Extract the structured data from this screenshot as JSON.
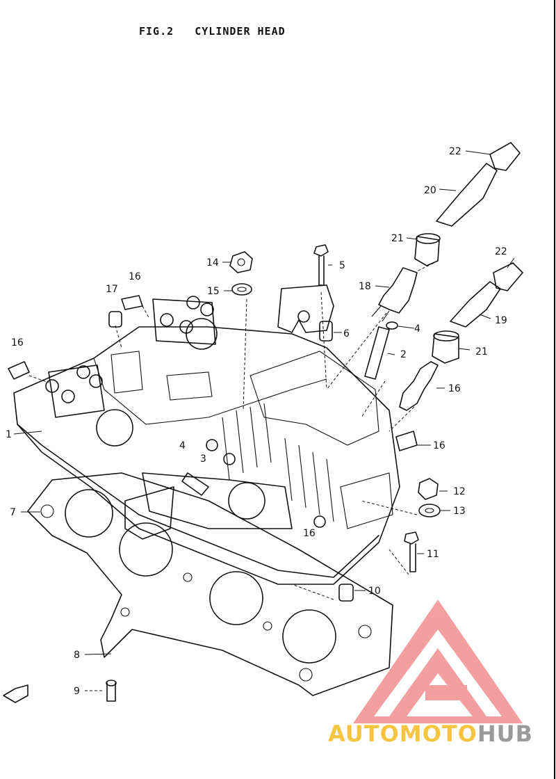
{
  "title": "FIG.2   CYLINDER HEAD",
  "labels": {
    "l1": "1",
    "l2": "2",
    "l3": "3",
    "l4a": "4",
    "l4b": "4",
    "l5": "5",
    "l6": "6",
    "l7": "7",
    "l8": "8",
    "l9": "9",
    "l10": "10",
    "l11": "11",
    "l12": "12",
    "l13": "13",
    "l14": "14",
    "l15": "15",
    "l16a": "16",
    "l16b": "16",
    "l16c": "16",
    "l16d": "16",
    "l16e": "16",
    "l17": "17",
    "l18": "18",
    "l19": "19",
    "l20": "20",
    "l21a": "21",
    "l21b": "21",
    "l22a": "22",
    "l22b": "22"
  },
  "watermark": {
    "part1": "AUTOMOTO",
    "part2": "HUB",
    "color_triangle": "#f08080",
    "color_text": "#f5c542",
    "color_text2": "#9a9a9a"
  }
}
